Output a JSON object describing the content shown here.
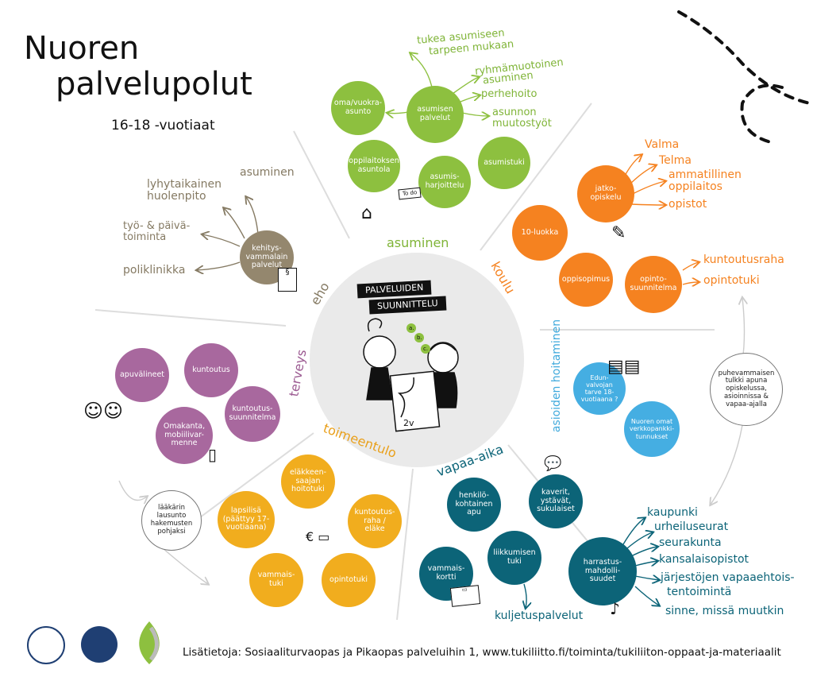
{
  "title": {
    "line1": "Nuoren",
    "line2": "palvelupolut",
    "subtitle": "16-18 -vuotiaat"
  },
  "center": {
    "banner1": "PALVELUIDEN",
    "banner2": "SUUNNITTELU",
    "abc": [
      "a.",
      "b.",
      "c."
    ],
    "paper_label": "2v"
  },
  "sections": {
    "asuminen": "asuminen",
    "koulu": "koulu",
    "asioiden": "asioiden hoitaminen",
    "vapaa": "vapaa-aika",
    "toimeentulo": "toimeentulo",
    "terveys": "terveys",
    "eho": "eho"
  },
  "asuminen": {
    "bubbles": [
      "oma/vuokra-asunto",
      "asumisen palvelut",
      "oppilaitoksen asuntola",
      "asumis-harjoittelu",
      "asumistuki"
    ],
    "labels": [
      "tukea asumiseen tarpeen mukaan",
      "ryhmämuotoinen asuminen",
      "perhehoito",
      "asunnon muutostyöt"
    ],
    "todo": "To do"
  },
  "koulu": {
    "bubbles": [
      "jatko-opiskelu",
      "10-luokka",
      "oppisopimus",
      "opinto-suunnitelma"
    ],
    "labels": [
      "Valma",
      "Telma",
      "ammatillinen oppilaitos",
      "opistot",
      "kuntoutusraha",
      "opintotuki"
    ]
  },
  "kehitys": {
    "bubble": "kehitys-vammalain palvelut",
    "labels": [
      "asuminen",
      "lyhytaikainen huolenpito",
      "työ- & päivä-toiminta",
      "poliklinikka"
    ]
  },
  "terveys": {
    "bubbles": [
      "apuvälineet",
      "kuntoutus",
      "Omakanta, mobiilivar-menne",
      "kuntoutus-suunnitelma"
    ]
  },
  "toimeentulo": {
    "bubbles": [
      "eläkkeen-saajan hoitotuki",
      "lapsilisä (päättyy 17-vuotiaana)",
      "kuntoutus-raha / eläke",
      "vammais-tuki",
      "opintotuki"
    ],
    "outline": "lääkärin lausunto hakemusten pohjaksi"
  },
  "asioiden": {
    "bubbles": [
      "Edun-valvojan tarve 18-vuotiaana ?",
      "Nuoren omat verkkopankki-tunnukset"
    ],
    "outline": "puhevammaisen tulkki apuna opiskelussa, asioinnissa & vapaa-ajalla"
  },
  "vapaa": {
    "bubbles": [
      "henkilö-kohtainen apu",
      "kaverit, ystävät, sukulaiset",
      "vammais-kortti",
      "liikkumisen tuki",
      "harrastus-mahdolli-suudet"
    ],
    "labels": [
      "kaupunki",
      "urheiluseurat",
      "seurakunta",
      "kansalaisopistot",
      "järjestöjen vapaaehtois-",
      "tentoimintä",
      "sinne, missä muutkin",
      "kuljetuspalvelut"
    ]
  },
  "footer": {
    "text": "Lisätietoja: Sosiaaliturvaopas ja Pikaopas palveluihin 1, www.tukiliitto.fi/toiminta/tukiliiton-oppaat-ja-materiaalit"
  },
  "colors": {
    "green": "#8dc03f",
    "orange": "#f58220",
    "olive": "#94876e",
    "purple": "#a8689e",
    "yellow": "#f1ad1e",
    "teal": "#0c6478",
    "sky": "#45aee2",
    "navy": "#1f3f73"
  }
}
